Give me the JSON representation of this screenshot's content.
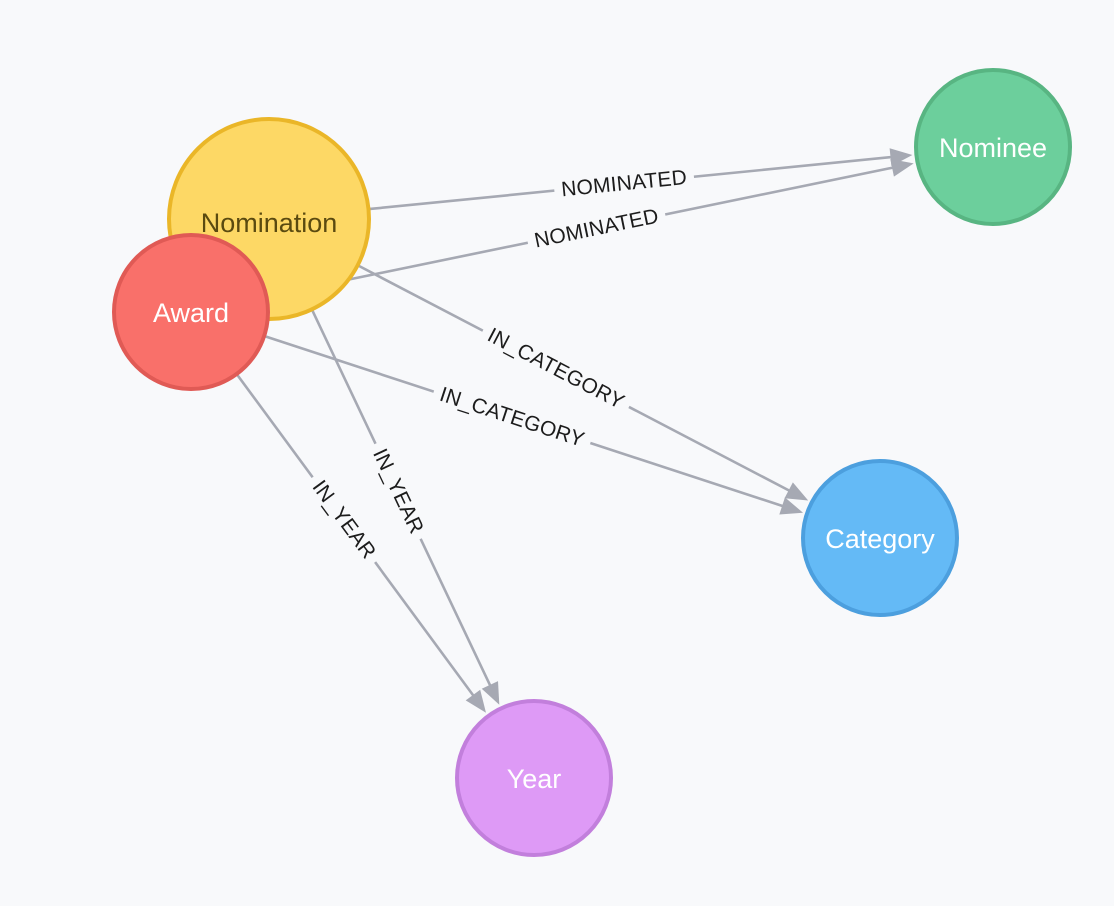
{
  "nodes": [
    {
      "id": "nominee",
      "label": "Nominee",
      "fill": "#6ccf9c",
      "stroke": "#58b582",
      "text": "#ffffff"
    },
    {
      "id": "nomination",
      "label": "Nomination",
      "fill": "#fdd865",
      "stroke": "#eab628",
      "text": "#5a4a10"
    },
    {
      "id": "award",
      "label": "Award",
      "fill": "#f9706a",
      "stroke": "#e05a55",
      "text": "#ffffff"
    },
    {
      "id": "category",
      "label": "Category",
      "fill": "#64baf6",
      "stroke": "#4c9fde",
      "text": "#ffffff"
    },
    {
      "id": "year",
      "label": "Year",
      "fill": "#de9af6",
      "stroke": "#c27fdc",
      "text": "#ffffff"
    }
  ],
  "edges": [
    {
      "from": "nomination",
      "to": "nominee",
      "label": "NOMINATED"
    },
    {
      "from": "award",
      "to": "nominee",
      "label": "NOMINATED"
    },
    {
      "from": "nomination",
      "to": "category",
      "label": "IN_CATEGORY"
    },
    {
      "from": "award",
      "to": "category",
      "label": "IN_CATEGORY"
    },
    {
      "from": "nomination",
      "to": "year",
      "label": "IN_YEAR"
    },
    {
      "from": "award",
      "to": "year",
      "label": "IN_YEAR"
    }
  ],
  "colors": {
    "edge": "#a6a9b3",
    "background": "#f8f9fb"
  }
}
